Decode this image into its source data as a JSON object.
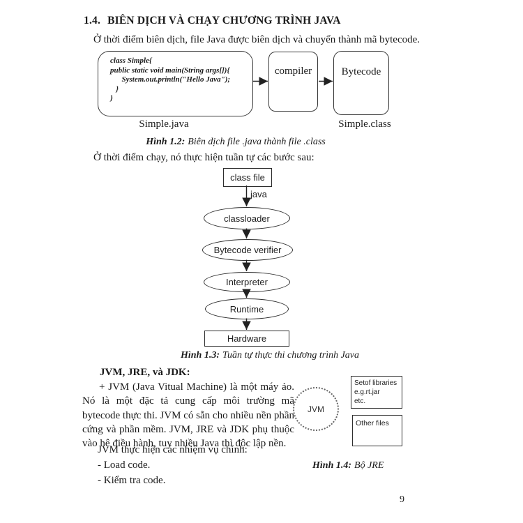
{
  "heading": {
    "number": "1.4.",
    "title": "BIÊN DỊCH VÀ CHẠY CHƯƠNG TRÌNH JAVA"
  },
  "paragraphs": {
    "intro_compile": "Ở thời điểm biên dịch, file Java được biên dịch và chuyển thành mã bytecode.",
    "intro_run": "Ở thời điểm chạy, nó thực hiện tuần tự các bước sau:"
  },
  "figure_compile": {
    "code_lines": [
      "class Simple{",
      "public static void main(String args[]){",
      "      System.out.println(\"Hello Java\");",
      "   }",
      "}"
    ],
    "source_label": "Simple.java",
    "compiler_label": "compiler",
    "bytecode_label": "Bytecode",
    "class_label": "Simple.class",
    "caption": {
      "prefix": "Hình 1.2:",
      "text": "Biên dịch file .java thành file .class"
    }
  },
  "flowchart": {
    "class_file_label": "class file",
    "arrow_label": "java",
    "nodes": [
      "classloader",
      "Bytecode verifier",
      "Interpreter",
      "Runtime"
    ],
    "hardware_label": "Hardware",
    "caption": {
      "prefix": "Hình 1.3:",
      "text": "Tuần tự thực thi chương trình Java"
    }
  },
  "jvm_section": {
    "heading": "JVM, JRE, và JDK:",
    "body": "+ JVM (Java Vitual Machine) là một máy ảo. Nó là một đặc tả cung cấp môi trường mã bytecode thực thi. JVM có sẵn cho nhiều nền phần cứng và phần mềm. JVM, JRE và JDK phụ thuộc vào hệ điều hành, tuy nhiều Java thì độc lập nền.",
    "tasks_intro": "JVM thực hiện các nhiệm vụ chính:",
    "tasks": [
      "- Load code.",
      "- Kiểm tra code."
    ]
  },
  "figure_jre": {
    "jvm_label": "JVM",
    "libraries_lines": [
      "Setof libraries",
      "e.g.rt.jar",
      "etc."
    ],
    "other_files_label": "Other files",
    "caption": {
      "prefix": "Hình 1.4:",
      "text": "Bộ JRE"
    }
  },
  "page_number": "9"
}
